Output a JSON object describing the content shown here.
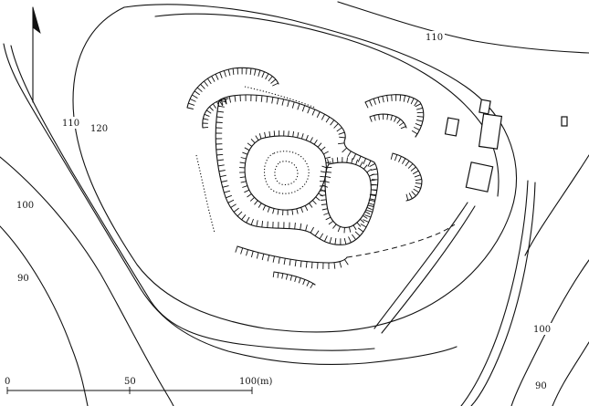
{
  "map": {
    "contour_labels": [
      {
        "id": "top-110",
        "text": "110"
      },
      {
        "id": "left-110",
        "text": "110"
      },
      {
        "id": "left-120",
        "text": "120"
      },
      {
        "id": "left-100",
        "text": "100"
      },
      {
        "id": "left-90",
        "text": "90"
      },
      {
        "id": "right-100",
        "text": "100"
      },
      {
        "id": "right-90",
        "text": "90"
      }
    ],
    "scale_bar": {
      "labels": [
        "0",
        "50",
        "100(m)"
      ]
    },
    "north_arrow": {
      "icon": "north-arrow-icon"
    },
    "line_color": "#111111",
    "background_color": "#ffffff"
  }
}
